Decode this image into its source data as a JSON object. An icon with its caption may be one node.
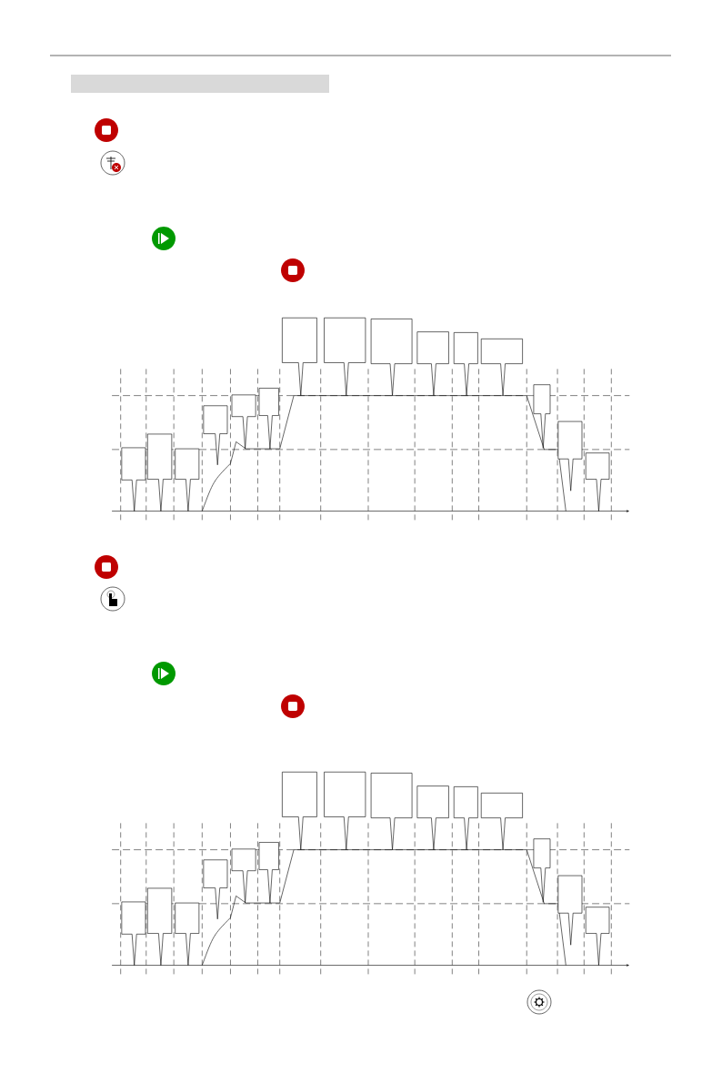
{
  "diagram": {
    "nodes": [
      {
        "text": [],
        "shape": "bar"
      },
      {
        "text": [],
        "shape": "callout"
      },
      {
        "text": [],
        "shape": "callout"
      },
      {
        "text": [],
        "shape": "callout"
      },
      {
        "text": [],
        "shape": "callout"
      },
      {
        "text": [],
        "shape": "callout"
      },
      {
        "text": [],
        "shape": "callout"
      },
      {
        "text": [],
        "shape": "callout"
      },
      {
        "text": [],
        "shape": "callout"
      },
      {
        "text": [],
        "shape": "callout"
      },
      {
        "text": [],
        "shape": "callout"
      },
      {
        "text": [],
        "shape": "callout"
      },
      {
        "text": [],
        "shape": "callout"
      },
      {
        "text": [],
        "shape": "callout"
      },
      {
        "text": [],
        "shape": "callout"
      },
      {
        "text": [],
        "shape": "callout"
      },
      {
        "text": [],
        "shape": "callout"
      },
      {
        "text": [],
        "shape": "callout"
      },
      {
        "text": [],
        "shape": "callout"
      },
      {
        "text": [],
        "shape": "callout"
      },
      {
        "text": [],
        "shape": "callout"
      },
      {
        "text": [],
        "shape": "callout"
      },
      {
        "text": [],
        "shape": "callout"
      },
      {
        "text": [],
        "shape": "callout"
      },
      {
        "text": [],
        "shape": "callout"
      },
      {
        "text": [],
        "shape": "callout"
      },
      {
        "text": [],
        "shape": "callout"
      },
      {
        "text": [],
        "shape": "callout"
      },
      {
        "text": [],
        "shape": "callout"
      },
      {
        "text": [],
        "shape": "callout"
      },
      {
        "text": [],
        "shape": "callout"
      }
    ]
  }
}
